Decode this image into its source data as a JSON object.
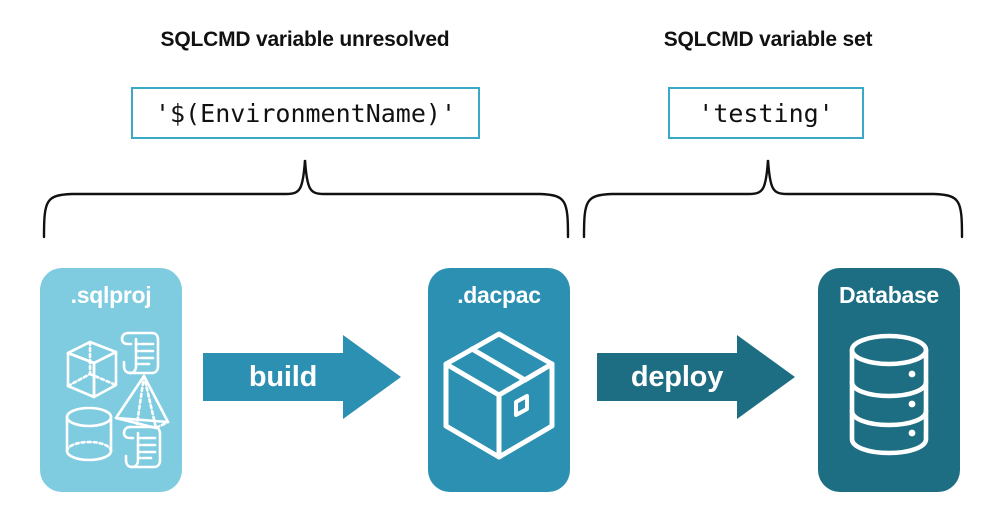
{
  "diagram": {
    "title_left": "SQLCMD variable unresolved",
    "title_right": "SQLCMD variable set",
    "code_left": "'$(EnvironmentName)'",
    "code_right": "'testing'",
    "stages": [
      {
        "label": ".sqlproj",
        "icon": "sql-project-shapes-icon",
        "color": "#7FCBE0"
      },
      {
        "label": ".dacpac",
        "icon": "package-box-icon",
        "color": "#2B90B1"
      },
      {
        "label": "Database",
        "icon": "database-cylinder-icon",
        "color": "#1E6E83"
      }
    ],
    "arrows": [
      {
        "label": "build",
        "color": "#2B90B1"
      },
      {
        "label": "deploy",
        "color": "#1E6E83"
      }
    ],
    "brace_color": "#111111",
    "code_border_color": "#3AA9C6"
  }
}
